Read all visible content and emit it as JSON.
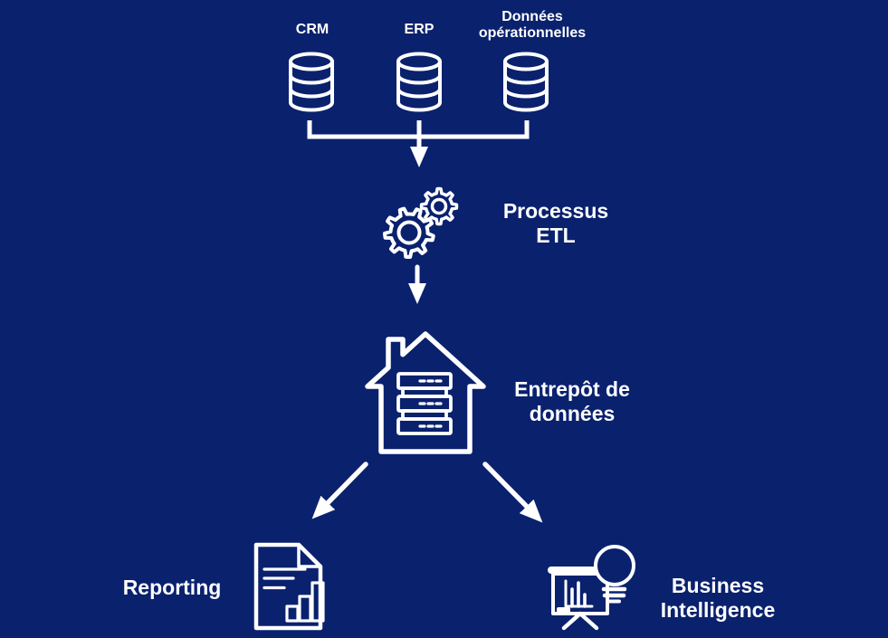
{
  "colors": {
    "background": "#0a216e",
    "foreground": "#ffffff"
  },
  "flow": {
    "sources": {
      "crm": "CRM",
      "erp": "ERP",
      "operational": "Données opérationnelles"
    },
    "etl": "Processus ETL",
    "warehouse": "Entrepôt de données",
    "reporting": "Reporting",
    "business_intelligence": "Business Intelligence"
  },
  "icons": {
    "sources": "database-icon",
    "etl": "gears-icon",
    "warehouse": "house-server-icon",
    "reporting": "report-document-icon",
    "business_intelligence": "presentation-lightbulb-icon",
    "connectors": [
      "merge-bracket-arrow",
      "down-arrow-icon",
      "diagonal-left-arrow-icon",
      "diagonal-right-arrow-icon"
    ]
  }
}
